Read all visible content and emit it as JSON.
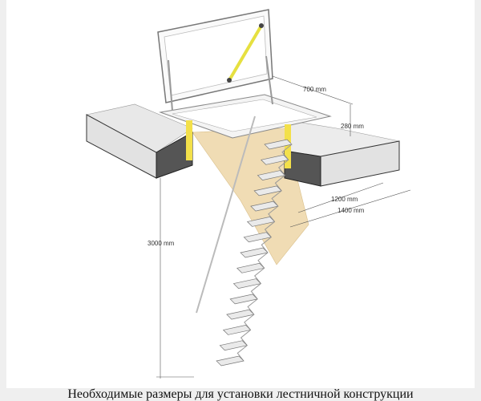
{
  "diagram": {
    "dimensions": {
      "hatch_width": "700 mm",
      "frame_height": "280 mm",
      "opening_width": "1200 mm",
      "opening_length": "1400 mm",
      "ceiling_height": "3000 mm"
    }
  },
  "caption": "Необходимые размеры для установки лестничной конструкции",
  "colors": {
    "slab_dark": "#555555",
    "slab_light": "#e6e6e6",
    "yellow": "#f3e04a",
    "wood": "#eed9b0"
  }
}
